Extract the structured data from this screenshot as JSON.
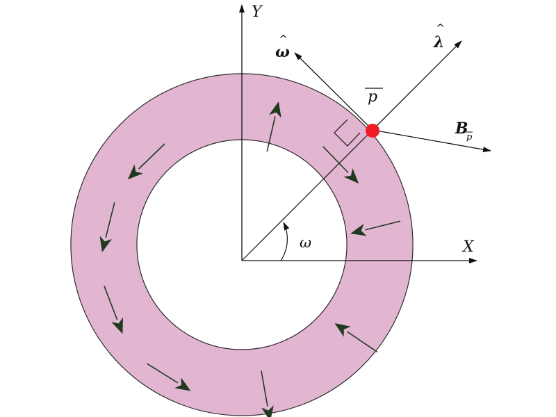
{
  "diagram": {
    "labels": {
      "x_axis": "X",
      "y_axis": "Y",
      "angle": "ω",
      "omega_hat": "ω",
      "lambda_hat": "λ",
      "hat": "^",
      "point": "p",
      "field_base": "B",
      "field_sub": "p"
    },
    "colors": {
      "ring_fill": "#e2b5d1",
      "ring_stroke": "#2a2a2a",
      "arrow_fill": "#1f3a1f",
      "point_fill": "#ee1c24",
      "line": "#111111"
    },
    "arrows": [
      {
        "angle_deg": 44,
        "direction": "clockwise"
      },
      {
        "angle_deg": 77,
        "direction": "radial-out"
      },
      {
        "angle_deg": 134,
        "direction": "counterclockwise"
      },
      {
        "angle_deg": 166,
        "direction": "counterclockwise"
      },
      {
        "angle_deg": 201,
        "direction": "counterclockwise"
      },
      {
        "angle_deg": 238,
        "direction": "counterclockwise"
      },
      {
        "angle_deg": 280,
        "direction": "radial-out"
      },
      {
        "angle_deg": 326,
        "direction": "radial-in"
      },
      {
        "angle_deg": 14,
        "direction": "radial-in"
      }
    ]
  }
}
